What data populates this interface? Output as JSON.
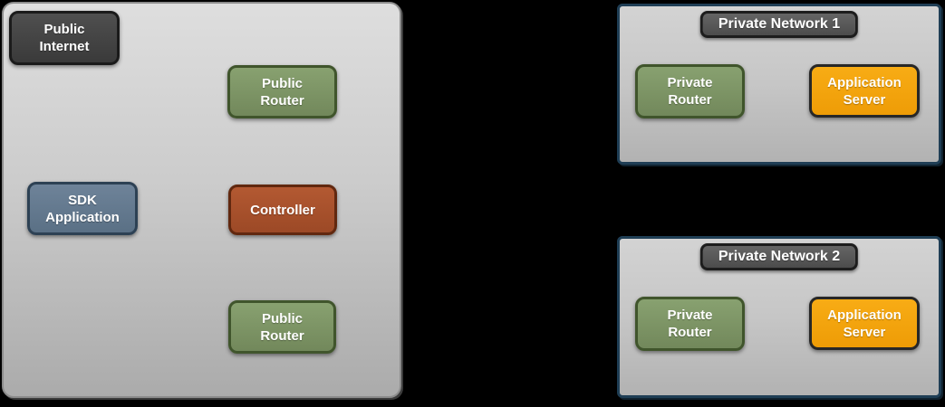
{
  "colors": {
    "canvas_background": "#000000",
    "public_zone_fill_top": "#dedede",
    "public_zone_fill_bottom": "#ababab",
    "public_zone_border": "#8c8c8c",
    "private_network_border": "#1f3e55",
    "private_network_fill_top": "#d3d3d3",
    "private_network_fill_bottom": "#b2b2b2",
    "node_dark_fill": "#424242",
    "node_green_fill": "#7d9766",
    "node_slate_fill": "#64788e",
    "node_rust_fill": "#a8512c",
    "node_orange_fill": "#f2a40e",
    "node_text": "#ffffff"
  },
  "public_zone": {
    "nodes": {
      "public_internet": {
        "label": "Public\nInternet"
      },
      "public_router_top": {
        "label": "Public\nRouter"
      },
      "sdk_application": {
        "label": "SDK\nApplication"
      },
      "controller": {
        "label": "Controller"
      },
      "public_router_bottom": {
        "label": "Public\nRouter"
      }
    }
  },
  "private_networks": [
    {
      "title": "Private Network 1",
      "nodes": {
        "private_router": {
          "label": "Private\nRouter"
        },
        "application_server": {
          "label": "Application\nServer"
        }
      }
    },
    {
      "title": "Private Network 2",
      "nodes": {
        "private_router": {
          "label": "Private\nRouter"
        },
        "application_server": {
          "label": "Application\nServer"
        }
      }
    }
  ]
}
